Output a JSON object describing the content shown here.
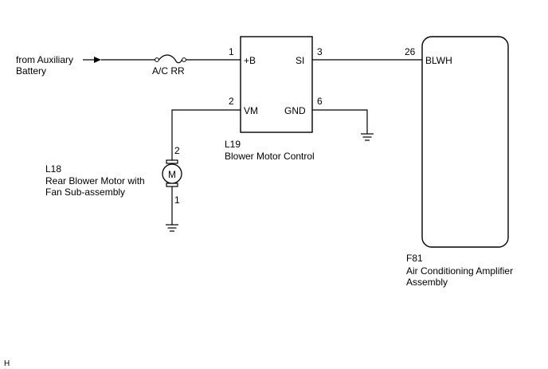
{
  "source": {
    "line1": "from Auxiliary",
    "line2": "Battery"
  },
  "fuse": {
    "label": "A/C RR"
  },
  "blower_control": {
    "code": "L19",
    "name": "Blower Motor Control",
    "pins": {
      "b_plus": {
        "num": "1",
        "label": "+B"
      },
      "vm": {
        "num": "2",
        "label": "VM"
      },
      "si": {
        "num": "3",
        "label": "SI"
      },
      "gnd": {
        "num": "6",
        "label": "GND"
      }
    }
  },
  "motor": {
    "code": "L18",
    "name_line1": "Rear Blower Motor with",
    "name_line2": "Fan Sub-assembly",
    "symbol": "M",
    "pin_top": "2",
    "pin_bottom": "1"
  },
  "amplifier": {
    "code": "F81",
    "name_line1": "Air Conditioning Amplifier",
    "name_line2": "Assembly",
    "pin": {
      "num": "26",
      "label": "BLWH"
    }
  },
  "corner_mark": "H"
}
